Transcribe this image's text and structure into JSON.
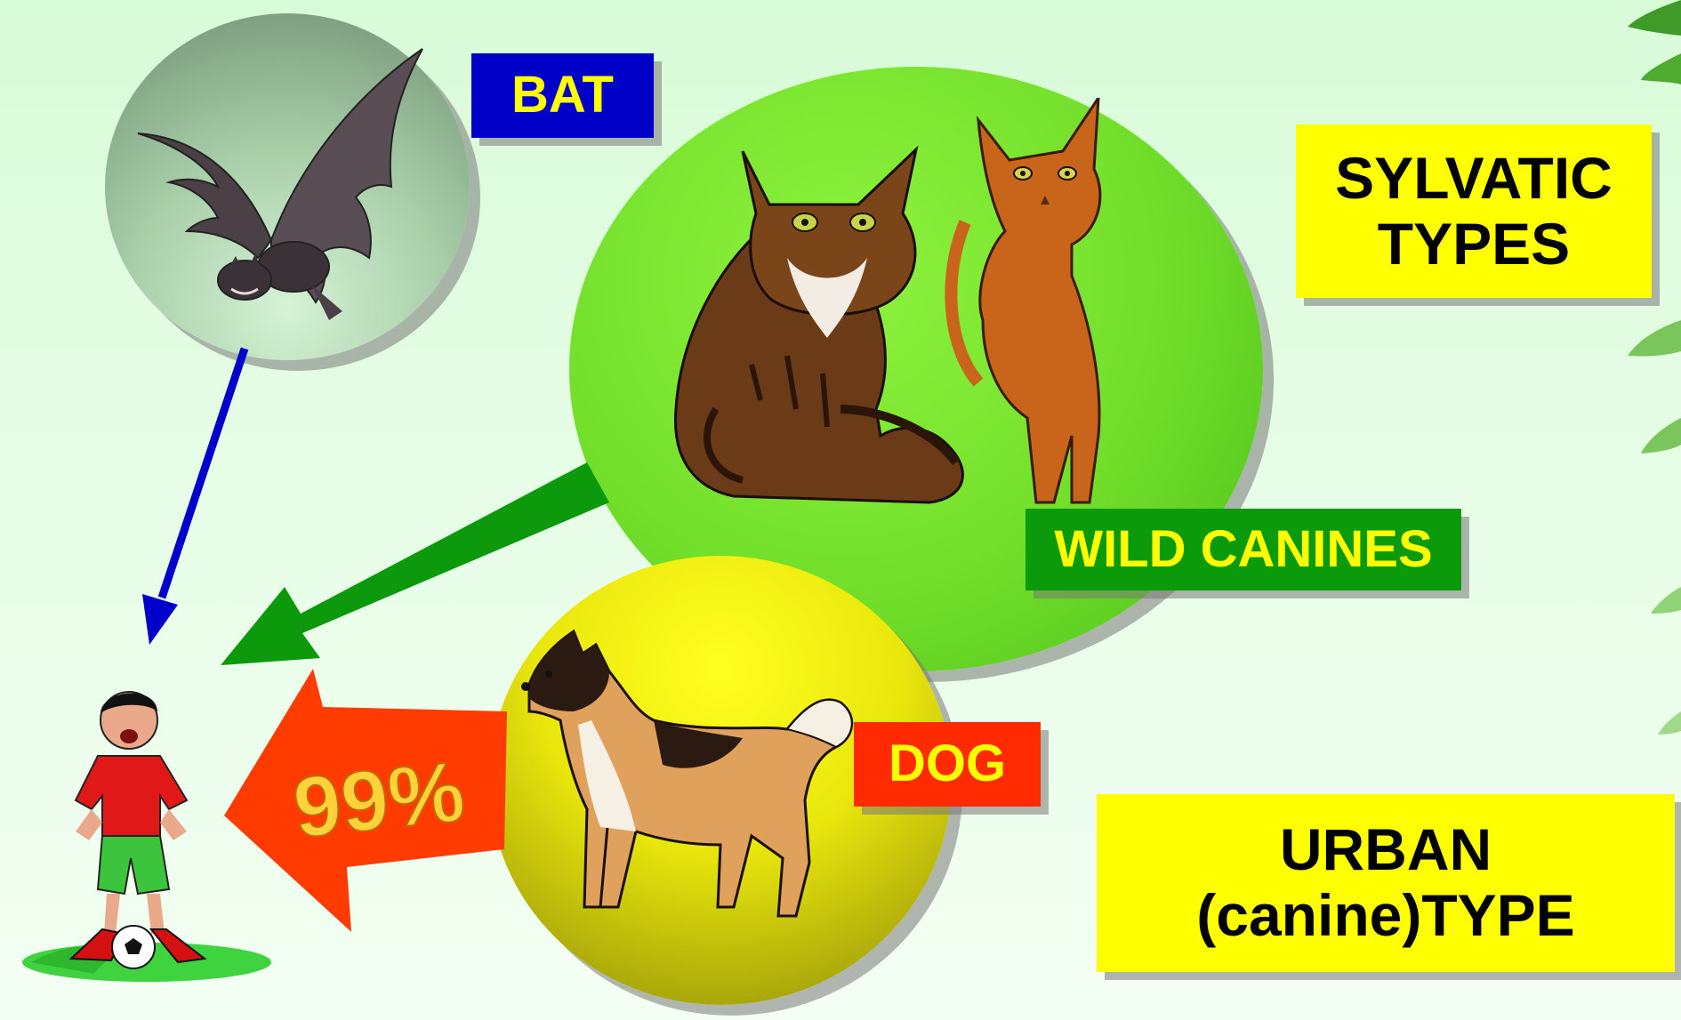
{
  "labels": {
    "bat": "BAT",
    "sylvatic_line1": "SYLVATIC",
    "sylvatic_line2": "TYPES",
    "wild_canines": "WILD CANINES",
    "dog": "DOG",
    "urban_line1": "URBAN",
    "urban_line2": "(canine)TYPE",
    "percent": "99%"
  },
  "colors": {
    "bat_arrow": "#0000cc",
    "wild_arrow": "#0c9a0c",
    "dog_arrow": "#ff3b00",
    "bat_label_bg": "#0000c8",
    "wild_label_bg": "#0a9a0a",
    "dog_label_bg": "#ff2a00",
    "type_label_bg": "#ffff00",
    "label_text_yellow": "#ffff00"
  },
  "icons": [
    "bat-icon",
    "wild-cat-icon",
    "house-cat-icon",
    "dog-icon",
    "boy-with-ball-icon",
    "fern-leaf-icon"
  ]
}
